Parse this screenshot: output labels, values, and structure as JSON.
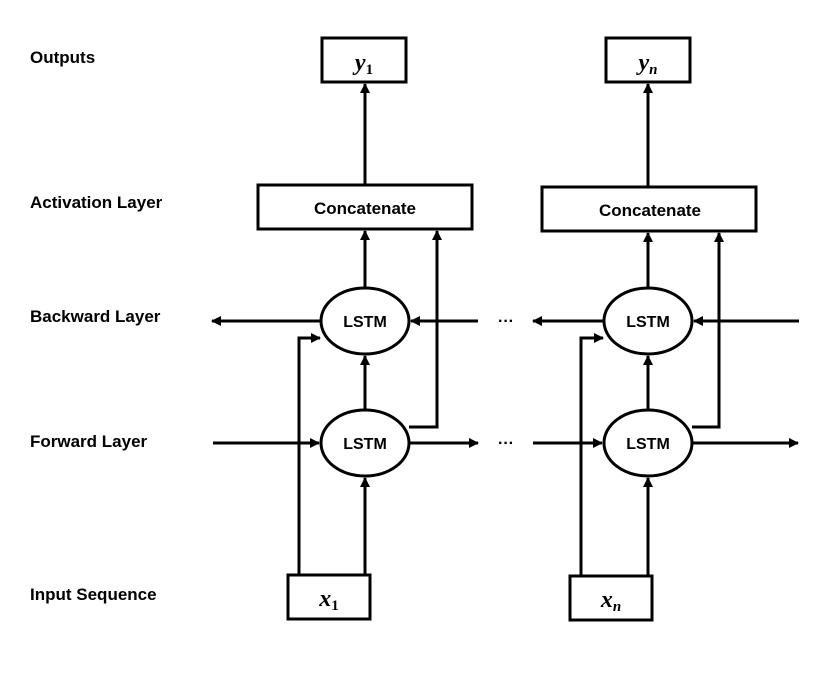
{
  "row_labels": {
    "outputs": "Outputs",
    "activation": "Activation Layer",
    "backward": "Backward Layer",
    "forward": "Forward Layer",
    "input": "Input Sequence"
  },
  "columns": [
    {
      "output": {
        "base": "y",
        "sub": "1"
      },
      "concat": "Concatenate",
      "backward_cell": "LSTM",
      "forward_cell": "LSTM",
      "input": {
        "base": "x",
        "sub": "1"
      }
    },
    {
      "output": {
        "base": "y",
        "sub": "n"
      },
      "concat": "Concatenate",
      "backward_cell": "LSTM",
      "forward_cell": "LSTM",
      "input": {
        "base": "x",
        "sub": "n"
      }
    }
  ],
  "ellipsis": "···"
}
